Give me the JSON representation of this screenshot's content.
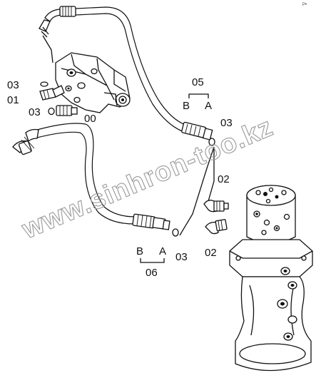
{
  "corner_mark": "P•",
  "watermark": "www.sinhron-too.kz",
  "labels": {
    "p03_top": "03",
    "p01": "01",
    "p03_mid": "03",
    "p00": "00",
    "p05": "05",
    "p05_b": "B",
    "p05_a": "A",
    "p03_right": "03",
    "p02_top": "02",
    "p02_bottom": "02",
    "p06_b": "B",
    "p06_a": "A",
    "p03_bottom": "03",
    "p06": "06"
  }
}
